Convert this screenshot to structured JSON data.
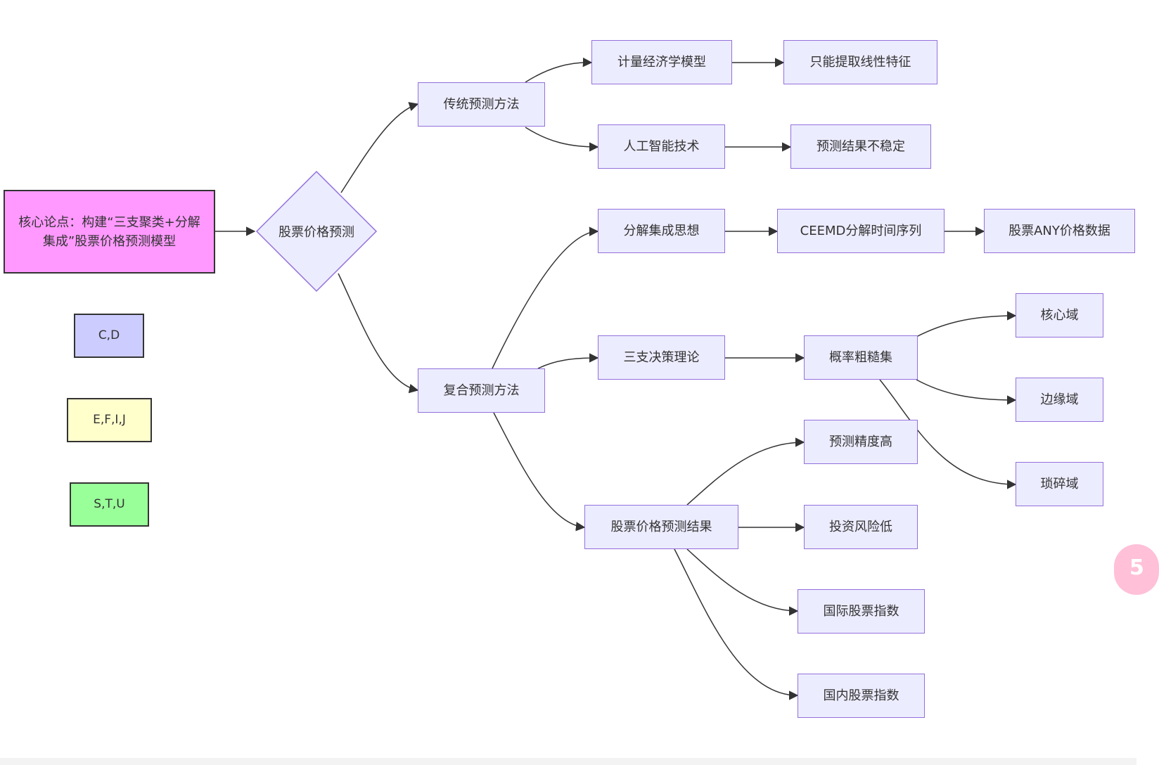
{
  "diagram": {
    "nodes": {
      "core": "核心论点：构建“三支聚类+分解集成”股票价格预测模型",
      "stock_price_prediction": "股票价格预测",
      "traditional_method": "传统预测方法",
      "econometric_model": "计量经济学模型",
      "linear_only": "只能提取线性特征",
      "ai_tech": "人工智能技术",
      "unstable_result": "预测结果不稳定",
      "composite_method": "复合预测方法",
      "decomposition_idea": "分解集成思想",
      "ceemd": "CEEMD分解时间序列",
      "stock_any_data": "股票ANY价格数据",
      "three_way_theory": "三支决策理论",
      "prob_rough_set": "概率粗糙集",
      "core_domain": "核心域",
      "boundary_domain": "边缘域",
      "trivial_domain": "琐碎域",
      "prediction_result": "股票价格预测结果",
      "high_accuracy": "预测精度高",
      "low_risk": "投资风险低",
      "intl_index": "国际股票指数",
      "domestic_index": "国内股票指数"
    },
    "legend": {
      "cd": "C,D",
      "efij": "E,F,I,J",
      "stu": "S,T,U"
    },
    "colors": {
      "default_fill": "#ececff",
      "default_stroke": "#9370db",
      "core_fill": "#ff99ff",
      "cd_fill": "#ccccff",
      "efij_fill": "#ffffcc",
      "stu_fill": "#99ff99",
      "edge": "#333333"
    },
    "edges": [
      [
        "core",
        "stock_price_prediction"
      ],
      [
        "stock_price_prediction",
        "traditional_method"
      ],
      [
        "stock_price_prediction",
        "composite_method"
      ],
      [
        "traditional_method",
        "econometric_model"
      ],
      [
        "traditional_method",
        "ai_tech"
      ],
      [
        "econometric_model",
        "linear_only"
      ],
      [
        "ai_tech",
        "unstable_result"
      ],
      [
        "composite_method",
        "decomposition_idea"
      ],
      [
        "composite_method",
        "three_way_theory"
      ],
      [
        "composite_method",
        "prediction_result"
      ],
      [
        "decomposition_idea",
        "ceemd"
      ],
      [
        "ceemd",
        "stock_any_data"
      ],
      [
        "three_way_theory",
        "prob_rough_set"
      ],
      [
        "prob_rough_set",
        "core_domain"
      ],
      [
        "prob_rough_set",
        "boundary_domain"
      ],
      [
        "prob_rough_set",
        "trivial_domain"
      ],
      [
        "prediction_result",
        "high_accuracy"
      ],
      [
        "prediction_result",
        "low_risk"
      ],
      [
        "prediction_result",
        "intl_index"
      ],
      [
        "prediction_result",
        "domestic_index"
      ]
    ]
  },
  "corner_badge_glyph": "5"
}
